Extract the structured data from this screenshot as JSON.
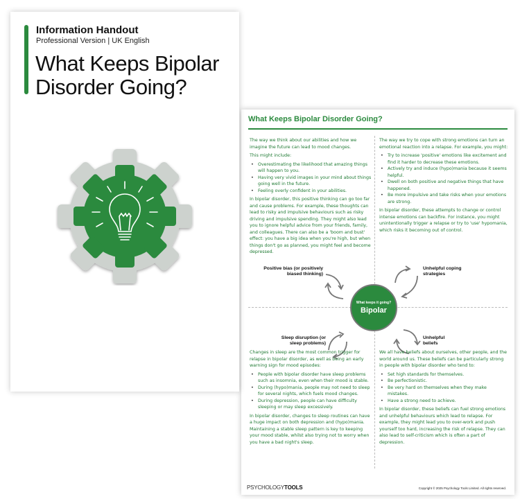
{
  "cover": {
    "label": "Information Handout",
    "version": "Professional Version | UK English",
    "title_line1": "What Keeps Bipolar",
    "title_line2": "Disorder Going?",
    "accent": "#2b8a3e"
  },
  "page2": {
    "title": "What Keeps Bipolar Disorder Going?",
    "left_top": {
      "intro": "The way we think about our abilities and how we imagine the future can lead to mood changes.",
      "lead": "This might include:",
      "bullets": [
        "Overestimating the likelihood that amazing things will happen to you.",
        "Having very vivid images in your mind about things going well in the future.",
        "Feeling overly confident in your abilities."
      ],
      "para": "In bipolar disorder, this positive thinking can go too far and cause problems. For example, these thoughts can lead to risky and impulsive behaviours such as risky driving and impulsive spending. They might also lead you to ignore helpful advice from your friends, family, and colleagues. There can also be a 'boom and bust' effect: you have a big idea when you're high, but when things don't go as planned, you might feel and become depressed."
    },
    "right_top": {
      "intro": "The way we try to cope with strong emotions can turn an emotional reaction into a relapse. For example, you might:",
      "bullets": [
        "Try to increase 'positive' emotions like excitement and find it harder to decrease these emotions.",
        "Actively try and induce (hypo)mania because it seems helpful.",
        "Dwell on both positive and negative things that have happened.",
        "Be more impulsive and take risks when your emotions are strong."
      ],
      "para": "In bipolar disorder, these attempts to change or control intense emotions can backfire. For instance, you might unintentionally trigger a relapse or try to 'use' hypomania, which risks it becoming out of control."
    },
    "diagram": {
      "center_small": "What keeps it going?",
      "center": "Bipolar",
      "top_left": "Positive bias (or positively biased thinking)",
      "top_right": "Unhelpful coping strategies",
      "bottom_left": "Sleep disruption (or sleep problems)",
      "bottom_right": "Unhelpful beliefs"
    },
    "left_bottom": {
      "intro": "Changes in sleep are the most common trigger for relapse in bipolar disorder, as well as being an early warning sign for mood episodes:",
      "bullets": [
        "People with bipolar disorder have sleep problems such as insomnia, even when their mood is stable.",
        "During (hypo)mania, people may not need to sleep for several nights, which fuels mood changes.",
        "During depression, people can have difficulty sleeping or may sleep excessively."
      ],
      "para": "In bipolar disorder, changes to sleep routines can have a huge impact on both depression and (hypo)mania. Maintaining a stable sleep pattern is key to keeping your mood stable, whilst also trying not to worry when you have a bad night's sleep."
    },
    "right_bottom": {
      "intro": "We all have beliefs about ourselves, other people, and the world around us. These beliefs can be particularly strong in people with bipolar disorder who tend to:",
      "bullets": [
        "Set high standards for themselves.",
        "Be perfectionistic.",
        "Be very hard on themselves when they make mistakes.",
        "Have a strong need to achieve."
      ],
      "para": "In bipolar disorder, these beliefs can fuel strong emotions and unhelpful behaviours which lead to relapse. For example, they might lead you to over-work and push yourself too hard, increasing the risk of relapse. They can also lead to self-criticism which is often a part of depression."
    },
    "logo_a": "PSYCHOLOGY",
    "logo_b": "TOOLS",
    "copyright": "Copyright © 2025 Psychology Tools Limited. All rights reserved."
  }
}
